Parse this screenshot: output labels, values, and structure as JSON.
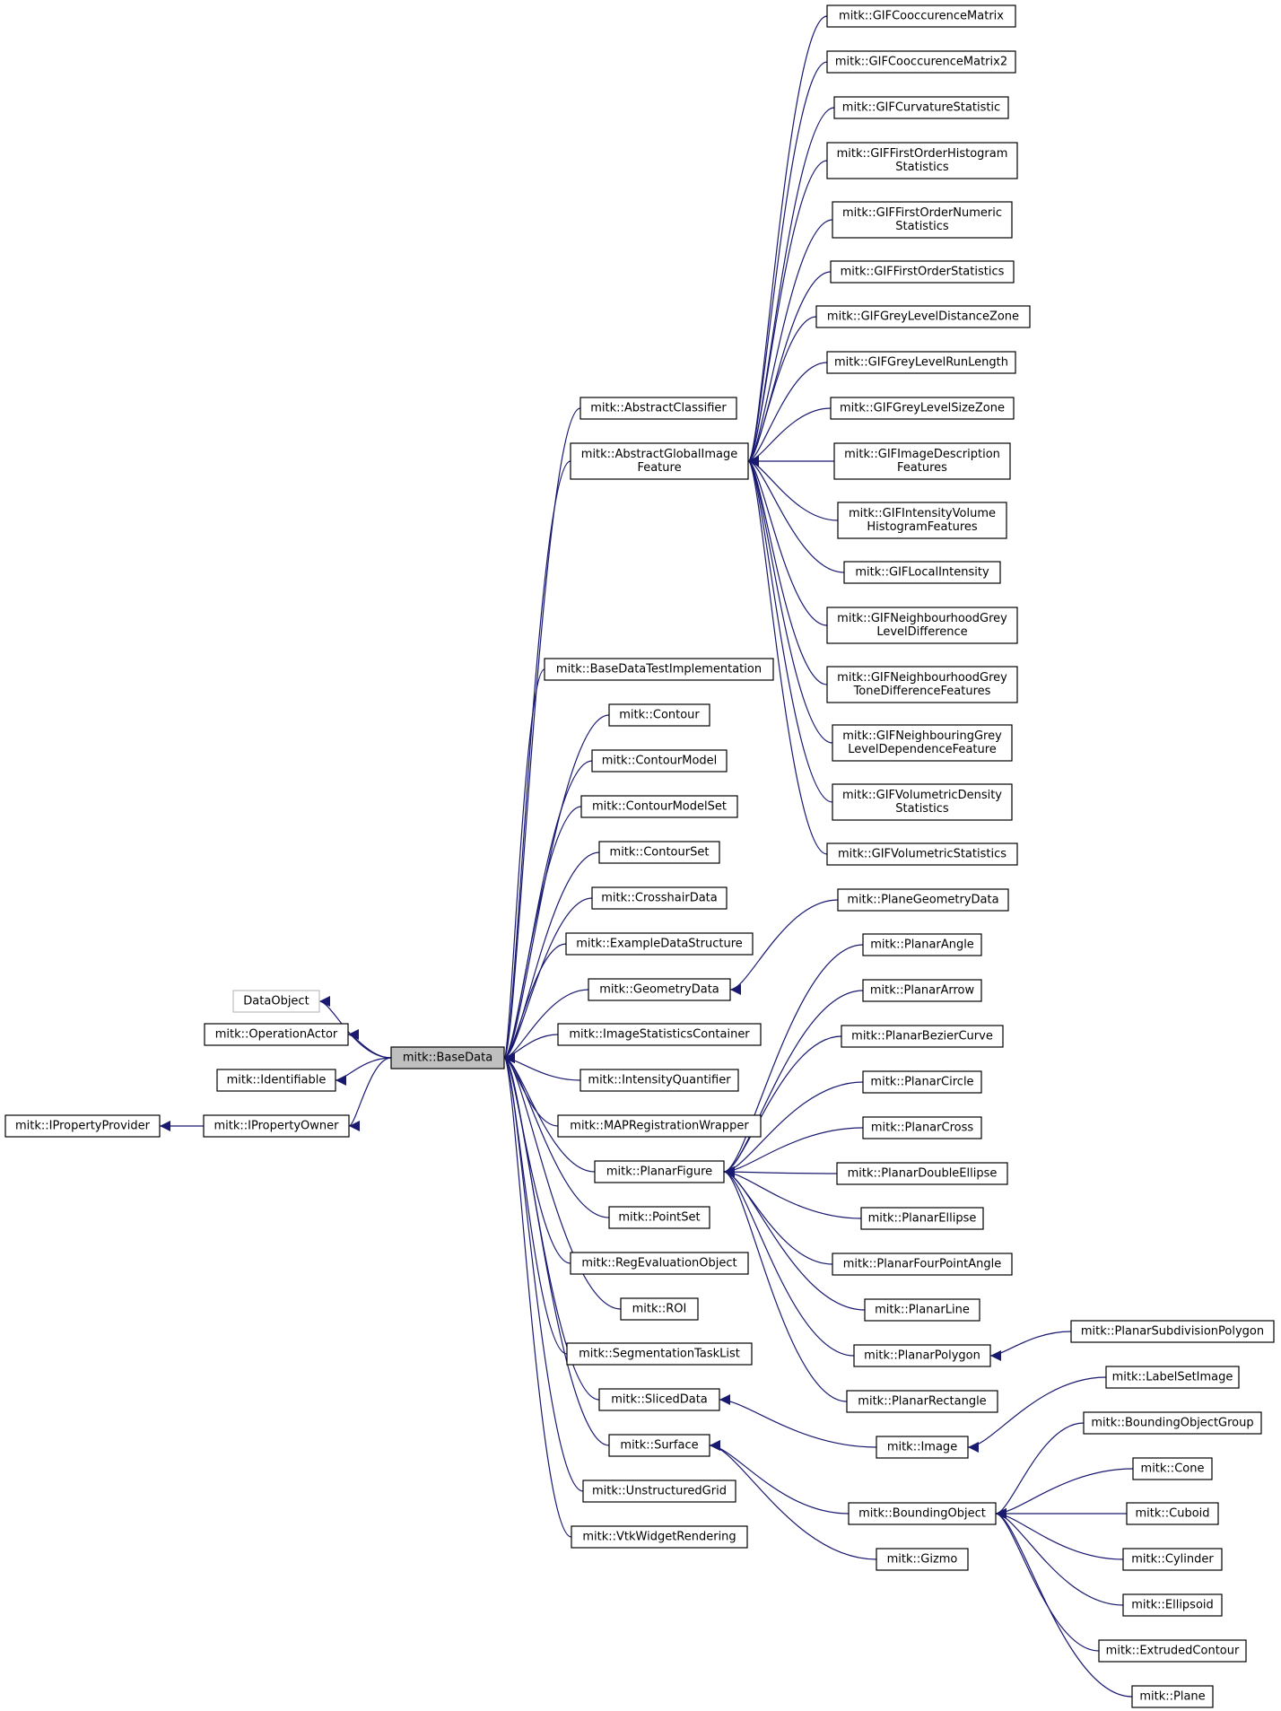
{
  "diagram": {
    "nodes": [
      {
        "id": "DataObject",
        "lines": [
          "DataObject"
        ],
        "kind": "external"
      },
      {
        "id": "OperationActor",
        "lines": [
          "mitk::OperationActor"
        ]
      },
      {
        "id": "Identifiable",
        "lines": [
          "mitk::Identifiable"
        ]
      },
      {
        "id": "IPropertyProvider",
        "lines": [
          "mitk::IPropertyProvider"
        ]
      },
      {
        "id": "IPropertyOwner",
        "lines": [
          "mitk::IPropertyOwner"
        ]
      },
      {
        "id": "BaseData",
        "lines": [
          "mitk::BaseData"
        ],
        "kind": "current"
      },
      {
        "id": "AbstractClassifier",
        "lines": [
          "mitk::AbstractClassifier"
        ]
      },
      {
        "id": "AbstractGlobalImageFeature",
        "lines": [
          "mitk::AbstractGlobalImage",
          "Feature"
        ]
      },
      {
        "id": "BaseDataTestImplementation",
        "lines": [
          "mitk::BaseDataTestImplementation"
        ]
      },
      {
        "id": "Contour",
        "lines": [
          "mitk::Contour"
        ]
      },
      {
        "id": "ContourModel",
        "lines": [
          "mitk::ContourModel"
        ]
      },
      {
        "id": "ContourModelSet",
        "lines": [
          "mitk::ContourModelSet"
        ]
      },
      {
        "id": "ContourSet",
        "lines": [
          "mitk::ContourSet"
        ]
      },
      {
        "id": "CrosshairData",
        "lines": [
          "mitk::CrosshairData"
        ]
      },
      {
        "id": "ExampleDataStructure",
        "lines": [
          "mitk::ExampleDataStructure"
        ]
      },
      {
        "id": "GeometryData",
        "lines": [
          "mitk::GeometryData"
        ]
      },
      {
        "id": "ImageStatisticsContainer",
        "lines": [
          "mitk::ImageStatisticsContainer"
        ]
      },
      {
        "id": "IntensityQuantifier",
        "lines": [
          "mitk::IntensityQuantifier"
        ]
      },
      {
        "id": "MAPRegistrationWrapper",
        "lines": [
          "mitk::MAPRegistrationWrapper"
        ]
      },
      {
        "id": "PlanarFigure",
        "lines": [
          "mitk::PlanarFigure"
        ]
      },
      {
        "id": "PointSet",
        "lines": [
          "mitk::PointSet"
        ]
      },
      {
        "id": "RegEvaluationObject",
        "lines": [
          "mitk::RegEvaluationObject"
        ]
      },
      {
        "id": "ROI",
        "lines": [
          "mitk::ROI"
        ]
      },
      {
        "id": "SegmentationTaskList",
        "lines": [
          "mitk::SegmentationTaskList"
        ]
      },
      {
        "id": "SlicedData",
        "lines": [
          "mitk::SlicedData"
        ]
      },
      {
        "id": "Surface",
        "lines": [
          "mitk::Surface"
        ]
      },
      {
        "id": "UnstructuredGrid",
        "lines": [
          "mitk::UnstructuredGrid"
        ]
      },
      {
        "id": "VtkWidgetRendering",
        "lines": [
          "mitk::VtkWidgetRendering"
        ]
      },
      {
        "id": "GIFCooccurenceMatrix",
        "lines": [
          "mitk::GIFCooccurenceMatrix"
        ]
      },
      {
        "id": "GIFCooccurenceMatrix2",
        "lines": [
          "mitk::GIFCooccurenceMatrix2"
        ]
      },
      {
        "id": "GIFCurvatureStatistic",
        "lines": [
          "mitk::GIFCurvatureStatistic"
        ]
      },
      {
        "id": "GIFFirstOrderHistogramStatistics",
        "lines": [
          "mitk::GIFFirstOrderHistogram",
          "Statistics"
        ]
      },
      {
        "id": "GIFFirstOrderNumericStatistics",
        "lines": [
          "mitk::GIFFirstOrderNumeric",
          "Statistics"
        ]
      },
      {
        "id": "GIFFirstOrderStatistics",
        "lines": [
          "mitk::GIFFirstOrderStatistics"
        ]
      },
      {
        "id": "GIFGreyLevelDistanceZone",
        "lines": [
          "mitk::GIFGreyLevelDistanceZone"
        ]
      },
      {
        "id": "GIFGreyLevelRunLength",
        "lines": [
          "mitk::GIFGreyLevelRunLength"
        ]
      },
      {
        "id": "GIFGreyLevelSizeZone",
        "lines": [
          "mitk::GIFGreyLevelSizeZone"
        ]
      },
      {
        "id": "GIFImageDescriptionFeatures",
        "lines": [
          "mitk::GIFImageDescription",
          "Features"
        ]
      },
      {
        "id": "GIFIntensityVolumeHistogramFeatures",
        "lines": [
          "mitk::GIFIntensityVolume",
          "HistogramFeatures"
        ]
      },
      {
        "id": "GIFLocalIntensity",
        "lines": [
          "mitk::GIFLocalIntensity"
        ]
      },
      {
        "id": "GIFNeighbourhoodGreyLevelDifference",
        "lines": [
          "mitk::GIFNeighbourhoodGrey",
          "LevelDifference"
        ]
      },
      {
        "id": "GIFNeighbourhoodGreyToneDifferenceFeatures",
        "lines": [
          "mitk::GIFNeighbourhoodGrey",
          "ToneDifferenceFeatures"
        ]
      },
      {
        "id": "GIFNeighbouringGreyLevelDependenceFeature",
        "lines": [
          "mitk::GIFNeighbouringGrey",
          "LevelDependenceFeature"
        ]
      },
      {
        "id": "GIFVolumetricDensityStatistics",
        "lines": [
          "mitk::GIFVolumetricDensity",
          "Statistics"
        ]
      },
      {
        "id": "GIFVolumetricStatistics",
        "lines": [
          "mitk::GIFVolumetricStatistics"
        ]
      },
      {
        "id": "PlaneGeometryData",
        "lines": [
          "mitk::PlaneGeometryData"
        ]
      },
      {
        "id": "PlanarAngle",
        "lines": [
          "mitk::PlanarAngle"
        ]
      },
      {
        "id": "PlanarArrow",
        "lines": [
          "mitk::PlanarArrow"
        ]
      },
      {
        "id": "PlanarBezierCurve",
        "lines": [
          "mitk::PlanarBezierCurve"
        ]
      },
      {
        "id": "PlanarCircle",
        "lines": [
          "mitk::PlanarCircle"
        ]
      },
      {
        "id": "PlanarCross",
        "lines": [
          "mitk::PlanarCross"
        ]
      },
      {
        "id": "PlanarDoubleEllipse",
        "lines": [
          "mitk::PlanarDoubleEllipse"
        ]
      },
      {
        "id": "PlanarEllipse",
        "lines": [
          "mitk::PlanarEllipse"
        ]
      },
      {
        "id": "PlanarFourPointAngle",
        "lines": [
          "mitk::PlanarFourPointAngle"
        ]
      },
      {
        "id": "PlanarLine",
        "lines": [
          "mitk::PlanarLine"
        ]
      },
      {
        "id": "PlanarPolygon",
        "lines": [
          "mitk::PlanarPolygon"
        ]
      },
      {
        "id": "PlanarRectangle",
        "lines": [
          "mitk::PlanarRectangle"
        ]
      },
      {
        "id": "PlanarSubdivisionPolygon",
        "lines": [
          "mitk::PlanarSubdivisionPolygon"
        ]
      },
      {
        "id": "Image",
        "lines": [
          "mitk::Image"
        ]
      },
      {
        "id": "LabelSetImage",
        "lines": [
          "mitk::LabelSetImage"
        ]
      },
      {
        "id": "BoundingObject",
        "lines": [
          "mitk::BoundingObject"
        ]
      },
      {
        "id": "Gizmo",
        "lines": [
          "mitk::Gizmo"
        ]
      },
      {
        "id": "BoundingObjectGroup",
        "lines": [
          "mitk::BoundingObjectGroup"
        ]
      },
      {
        "id": "Cone",
        "lines": [
          "mitk::Cone"
        ]
      },
      {
        "id": "Cuboid",
        "lines": [
          "mitk::Cuboid"
        ]
      },
      {
        "id": "Cylinder",
        "lines": [
          "mitk::Cylinder"
        ]
      },
      {
        "id": "Ellipsoid",
        "lines": [
          "mitk::Ellipsoid"
        ]
      },
      {
        "id": "ExtrudedContour",
        "lines": [
          "mitk::ExtrudedContour"
        ]
      },
      {
        "id": "Plane",
        "lines": [
          "mitk::Plane"
        ]
      }
    ],
    "edges": [
      {
        "from": "BaseData",
        "to": "DataObject"
      },
      {
        "from": "BaseData",
        "to": "OperationActor"
      },
      {
        "from": "BaseData",
        "to": "Identifiable"
      },
      {
        "from": "BaseData",
        "to": "IPropertyOwner"
      },
      {
        "from": "IPropertyOwner",
        "to": "IPropertyProvider"
      },
      {
        "from": "AbstractClassifier",
        "to": "BaseData"
      },
      {
        "from": "AbstractGlobalImageFeature",
        "to": "BaseData"
      },
      {
        "from": "BaseDataTestImplementation",
        "to": "BaseData"
      },
      {
        "from": "Contour",
        "to": "BaseData"
      },
      {
        "from": "ContourModel",
        "to": "BaseData"
      },
      {
        "from": "ContourModelSet",
        "to": "BaseData"
      },
      {
        "from": "ContourSet",
        "to": "BaseData"
      },
      {
        "from": "CrosshairData",
        "to": "BaseData"
      },
      {
        "from": "ExampleDataStructure",
        "to": "BaseData"
      },
      {
        "from": "GeometryData",
        "to": "BaseData"
      },
      {
        "from": "ImageStatisticsContainer",
        "to": "BaseData"
      },
      {
        "from": "IntensityQuantifier",
        "to": "BaseData"
      },
      {
        "from": "MAPRegistrationWrapper",
        "to": "BaseData"
      },
      {
        "from": "PlanarFigure",
        "to": "BaseData"
      },
      {
        "from": "PointSet",
        "to": "BaseData"
      },
      {
        "from": "RegEvaluationObject",
        "to": "BaseData"
      },
      {
        "from": "ROI",
        "to": "BaseData"
      },
      {
        "from": "SegmentationTaskList",
        "to": "BaseData"
      },
      {
        "from": "SlicedData",
        "to": "BaseData"
      },
      {
        "from": "Surface",
        "to": "BaseData"
      },
      {
        "from": "UnstructuredGrid",
        "to": "BaseData"
      },
      {
        "from": "VtkWidgetRendering",
        "to": "BaseData"
      },
      {
        "from": "GIFCooccurenceMatrix",
        "to": "AbstractGlobalImageFeature"
      },
      {
        "from": "GIFCooccurenceMatrix2",
        "to": "AbstractGlobalImageFeature"
      },
      {
        "from": "GIFCurvatureStatistic",
        "to": "AbstractGlobalImageFeature"
      },
      {
        "from": "GIFFirstOrderHistogramStatistics",
        "to": "AbstractGlobalImageFeature"
      },
      {
        "from": "GIFFirstOrderNumericStatistics",
        "to": "AbstractGlobalImageFeature"
      },
      {
        "from": "GIFFirstOrderStatistics",
        "to": "AbstractGlobalImageFeature"
      },
      {
        "from": "GIFGreyLevelDistanceZone",
        "to": "AbstractGlobalImageFeature"
      },
      {
        "from": "GIFGreyLevelRunLength",
        "to": "AbstractGlobalImageFeature"
      },
      {
        "from": "GIFGreyLevelSizeZone",
        "to": "AbstractGlobalImageFeature"
      },
      {
        "from": "GIFImageDescriptionFeatures",
        "to": "AbstractGlobalImageFeature"
      },
      {
        "from": "GIFIntensityVolumeHistogramFeatures",
        "to": "AbstractGlobalImageFeature"
      },
      {
        "from": "GIFLocalIntensity",
        "to": "AbstractGlobalImageFeature"
      },
      {
        "from": "GIFNeighbourhoodGreyLevelDifference",
        "to": "AbstractGlobalImageFeature"
      },
      {
        "from": "GIFNeighbourhoodGreyToneDifferenceFeatures",
        "to": "AbstractGlobalImageFeature"
      },
      {
        "from": "GIFNeighbouringGreyLevelDependenceFeature",
        "to": "AbstractGlobalImageFeature"
      },
      {
        "from": "GIFVolumetricDensityStatistics",
        "to": "AbstractGlobalImageFeature"
      },
      {
        "from": "GIFVolumetricStatistics",
        "to": "AbstractGlobalImageFeature"
      },
      {
        "from": "PlaneGeometryData",
        "to": "GeometryData"
      },
      {
        "from": "PlanarAngle",
        "to": "PlanarFigure"
      },
      {
        "from": "PlanarArrow",
        "to": "PlanarFigure"
      },
      {
        "from": "PlanarBezierCurve",
        "to": "PlanarFigure"
      },
      {
        "from": "PlanarCircle",
        "to": "PlanarFigure"
      },
      {
        "from": "PlanarCross",
        "to": "PlanarFigure"
      },
      {
        "from": "PlanarDoubleEllipse",
        "to": "PlanarFigure"
      },
      {
        "from": "PlanarEllipse",
        "to": "PlanarFigure"
      },
      {
        "from": "PlanarFourPointAngle",
        "to": "PlanarFigure"
      },
      {
        "from": "PlanarLine",
        "to": "PlanarFigure"
      },
      {
        "from": "PlanarPolygon",
        "to": "PlanarFigure"
      },
      {
        "from": "PlanarRectangle",
        "to": "PlanarFigure"
      },
      {
        "from": "PlanarSubdivisionPolygon",
        "to": "PlanarPolygon"
      },
      {
        "from": "Image",
        "to": "SlicedData"
      },
      {
        "from": "LabelSetImage",
        "to": "Image"
      },
      {
        "from": "BoundingObject",
        "to": "Surface"
      },
      {
        "from": "Gizmo",
        "to": "Surface"
      },
      {
        "from": "BoundingObjectGroup",
        "to": "BoundingObject"
      },
      {
        "from": "Cone",
        "to": "BoundingObject"
      },
      {
        "from": "Cuboid",
        "to": "BoundingObject"
      },
      {
        "from": "Cylinder",
        "to": "BoundingObject"
      },
      {
        "from": "Ellipsoid",
        "to": "BoundingObject"
      },
      {
        "from": "ExtrudedContour",
        "to": "BoundingObject"
      },
      {
        "from": "Plane",
        "to": "BoundingObject"
      }
    ],
    "colors": {
      "edge": "#191970",
      "current_fill": "#bfbfbf",
      "external_border": "#bfbfbf",
      "border": "#000000"
    }
  }
}
